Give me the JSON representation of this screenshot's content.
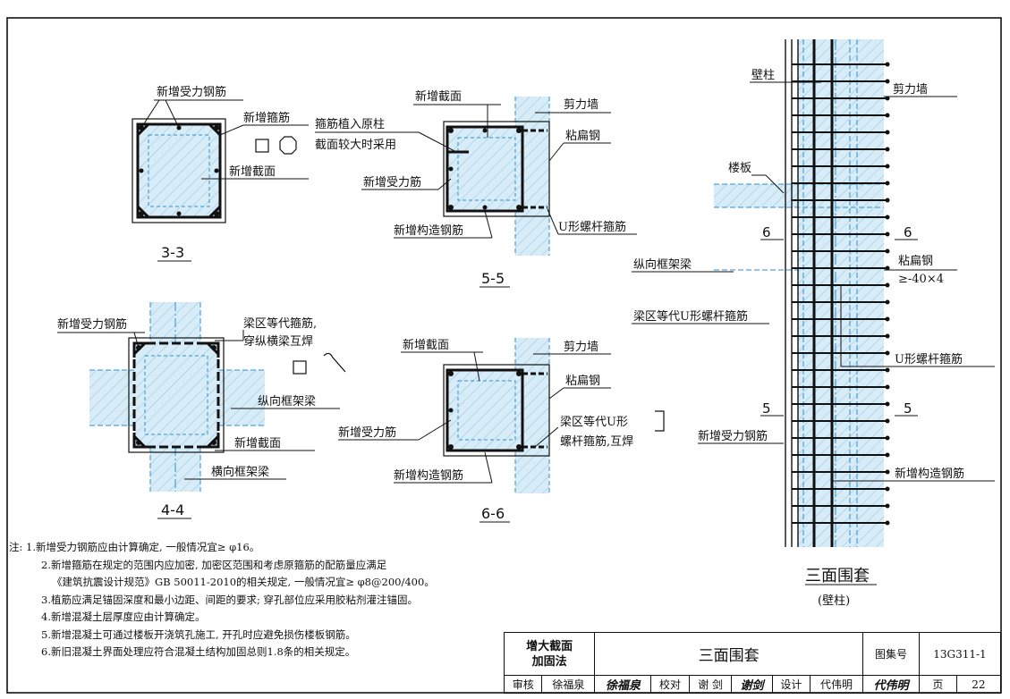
{
  "colors": {
    "ink": "#111111",
    "concrete": "#d7ecf6",
    "concrete_line": "#2c8fd6",
    "hatch": "#8fc3e4"
  },
  "labels": {
    "s33": {
      "rebar": "新增受力钢筋",
      "stirrup": "新增箍筋",
      "section": "新增截面",
      "caption": "3-3"
    },
    "s55": {
      "section": "新增截面",
      "wall": "剪力墙",
      "stirrup_note_1": "箍筋植入原柱",
      "stirrup_note_2": "截面较大时采用",
      "flat_steel": "粘扁钢",
      "rebar": "新增受力筋",
      "constr": "新增构造钢筋",
      "ubolt": "U形螺杆箍筋",
      "caption": "5-5"
    },
    "s44": {
      "rebar": "新增受力钢筋",
      "equiv_1": "梁区等代箍筋,",
      "equiv_2": "穿纵横梁互焊",
      "long_beam": "纵向框架梁",
      "section": "新增截面",
      "trans_beam": "横向框架梁",
      "caption": "4-4"
    },
    "s66": {
      "section": "新增截面",
      "wall": "剪力墙",
      "flat_steel": "粘扁钢",
      "equiv_1": "梁区等代U形",
      "equiv_2": "螺杆箍筋,互焊",
      "rebar": "新增受力筋",
      "constr": "新增构造钢筋",
      "caption": "6-6"
    },
    "elev": {
      "pilaster": "壁柱",
      "wall": "剪力墙",
      "slab": "楼板",
      "long_beam": "纵向框架梁",
      "flat_steel": "粘扁钢",
      "flat_size": "≥-40×4",
      "equiv": "梁区等代U形螺杆箍筋",
      "ubolt": "U形螺杆箍筋",
      "rebar": "新增受力钢筋",
      "constr": "新增构造钢筋",
      "cut6": "6",
      "cut5": "5",
      "caption": "三面围套",
      "subcaption": "(壁柱)"
    }
  },
  "notes": {
    "prefix": "注:",
    "items": [
      "1.新增受力钢筋应由计算确定, 一般情况宜≥ φ16。",
      "2.新增箍筋在规定的范围内应加密, 加密区范围和考虑原箍筋的配筋量应满足",
      "《建筑抗震设计规范》GB 50011-2010的相关规定, 一般情况宜≥ φ8@200/400。",
      "3.植筋应满足锚固深度和最小边距、间距的要求; 穿孔部位应采用胶粘剂灌注锚固。",
      "4.新增混凝土层厚度应由计算确定。",
      "5.新增混凝土可通过楼板开浇筑孔施工, 开孔时应避免损伤楼板钢筋。",
      "6.新旧混凝土界面处理应符合混凝土结构加固总则1.8条的相关规定。"
    ]
  },
  "title_block": {
    "method_1": "增大截面",
    "method_2": "加固法",
    "title": "三面围套",
    "atlas_label": "图集号",
    "atlas_no": "13G311-1",
    "review_label": "审核",
    "reviewer": "徐福泉",
    "review_sig": "徐福泉",
    "check_label": "校对",
    "checker": "谢 剑",
    "check_sig": "谢剑",
    "design_label": "设计",
    "designer": "代伟明",
    "design_sig": "代伟明",
    "page_label": "页",
    "page_no": "22"
  }
}
